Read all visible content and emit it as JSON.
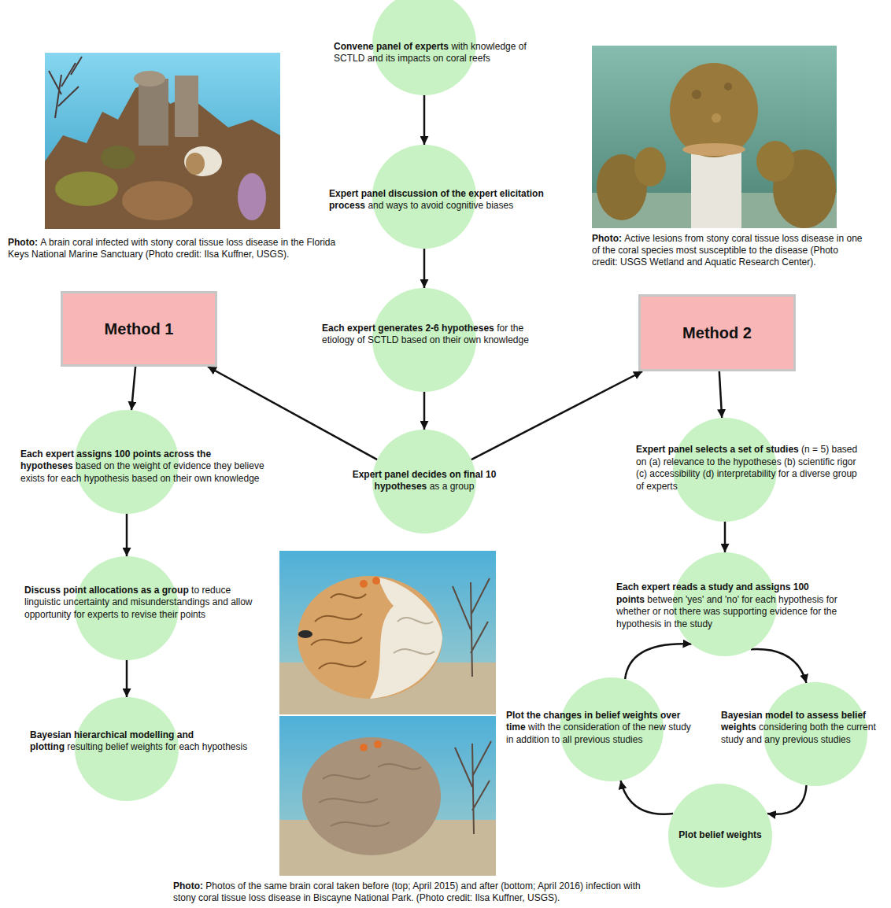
{
  "diagram": {
    "nodes": [
      {
        "text": [
          "Convene panel of experts",
          "with knowledge of SCTLD and its impacts on coral reefs"
        ]
      },
      {
        "text": [
          "Expert panel discussion of the expert elicitation process",
          "and ways to avoid cognitive biases"
        ]
      },
      {
        "text": [
          "Each expert generates 2-6 hypotheses",
          "for the etiology of SCTLD based on their own knowledge"
        ]
      },
      {
        "text": [
          "Method 1"
        ]
      },
      {
        "text": [
          "Method 2"
        ]
      },
      {
        "text": [
          "Expert panel decides on final 10 hypotheses",
          "as a group"
        ]
      },
      {
        "text": [
          "Each expert assigns 100 points across the hypotheses",
          "based on the weight of evidence they believe exists for each hypothesis based on their own knowledge"
        ]
      },
      {
        "text": [
          "Expert panel selects a set of studies",
          "(n = 5) based on (a) relevance to the hypotheses (b) scientific rigor (c) accessibility (d) interpretability for a diverse group of experts"
        ]
      },
      {
        "text": [
          "Discuss point allocations as a group",
          "to reduce linguistic uncertainty and misunderstandings and allow opportunity for experts to revise their points"
        ]
      },
      {
        "text": [
          "Each expert reads a study and assigns 100 points",
          "between 'yes' and 'no' for each hypothesis for whether or not there was supporting evidence for the hypothesis in the study"
        ]
      },
      {
        "text": [
          "Bayesian hierarchical modelling and plotting",
          "resulting belief weights for each hypothesis"
        ]
      },
      {
        "text": [
          "Plot the changes in belief weights over time",
          "with the consideration of the new study in addition to all previous studies"
        ]
      },
      {
        "text": [
          "Bayesian model to assess belief weights",
          "considering both the current study and any previous studies"
        ]
      },
      {
        "text": [
          "Plot belief weights"
        ]
      }
    ],
    "edges": [
      {
        "from": 0,
        "to": 1,
        "arrow": "to"
      },
      {
        "from": 1,
        "to": 2,
        "arrow": "to"
      },
      {
        "from": 2,
        "to": 5,
        "arrow": "to"
      },
      {
        "from": 5,
        "to": 3,
        "arrow": "to"
      },
      {
        "from": 5,
        "to": 4,
        "arrow": "to"
      },
      {
        "from": 3,
        "to": 6,
        "arrow": "to"
      },
      {
        "from": 6,
        "to": 8,
        "arrow": "to"
      },
      {
        "from": 8,
        "to": 10,
        "arrow": "to"
      },
      {
        "from": 4,
        "to": 7,
        "arrow": "to"
      },
      {
        "from": 7,
        "to": 9,
        "arrow": "to"
      },
      {
        "from": 9,
        "to": 12,
        "arrow": "to"
      },
      {
        "from": 12,
        "to": 13,
        "arrow": "to"
      },
      {
        "from": 13,
        "to": 11,
        "arrow": "to"
      },
      {
        "from": 11,
        "to": 9,
        "arrow": "to"
      }
    ],
    "labels": [
      "Photo:",
      "A brain coral infected with stony coral tissue loss disease in the Florida Keys National Marine Sanctuary (Photo credit: Ilsa Kuffner, USGS).",
      "Photo:",
      "Active lesions from stony coral tissue loss disease in one of the coral species most susceptible to the disease (Photo credit: USGS Wetland and Aquatic Research Center).",
      "Photo:",
      "Photos of the same brain coral taken before (top; April 2015) and after (bottom; April 2016) infection with stony coral tissue loss disease in Biscayne National Park. (Photo credit: Ilsa Kuffner, USGS)."
    ]
  }
}
